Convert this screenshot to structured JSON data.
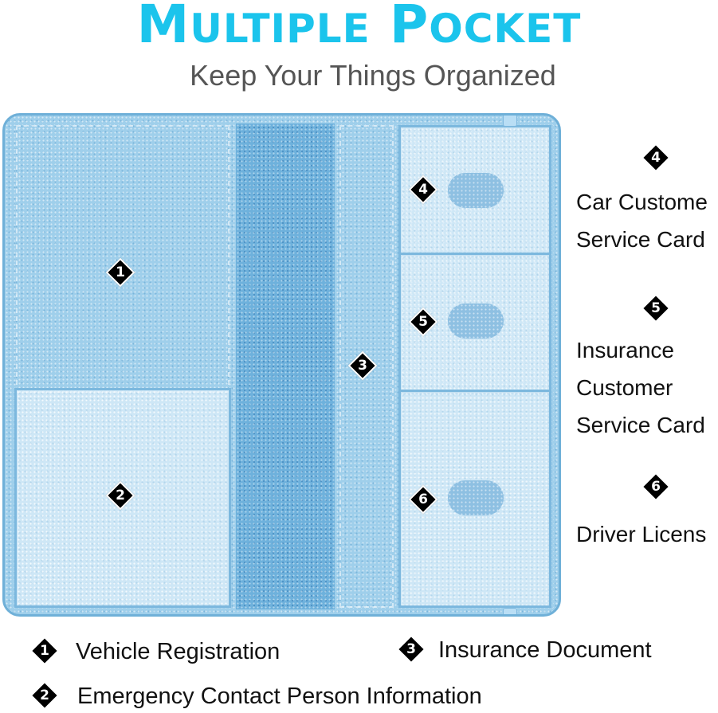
{
  "header": {
    "title_first_initial": "M",
    "title_first_rest": "ULTIPLE",
    "title_second_initial": "P",
    "title_second_rest": "OCKET",
    "subtitle": "Keep Your Things Organized"
  },
  "pockets": [
    {
      "number": "1",
      "label": "Vehicle Registration"
    },
    {
      "number": "2",
      "label": "Emergency Contact Person Information"
    },
    {
      "number": "3",
      "label": "Insurance Document"
    },
    {
      "number": "4",
      "label_lines": [
        "Car Custome",
        "Service Card"
      ]
    },
    {
      "number": "5",
      "label_lines": [
        "Insurance",
        "Customer",
        "Service Card"
      ]
    },
    {
      "number": "6",
      "label_lines": [
        "Driver Licens"
      ]
    }
  ],
  "colors": {
    "title": "#1bc4ec",
    "subtitle": "#555555",
    "organizer": "#8fc7e6",
    "marker": "#000000"
  },
  "icons": {
    "marker": "diamond-number-icon"
  }
}
